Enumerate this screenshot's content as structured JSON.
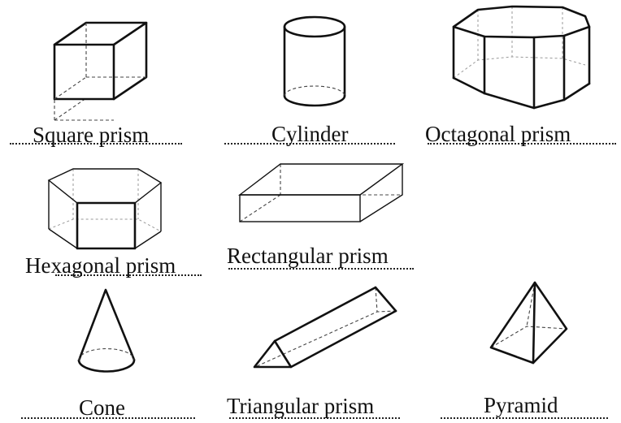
{
  "shapes": [
    {
      "name": "Square prism"
    },
    {
      "name": "Cylinder"
    },
    {
      "name": "Octagonal prism"
    },
    {
      "name": "Hexagonal prism"
    },
    {
      "name": "Rectangular prism"
    },
    {
      "name": "Cone"
    },
    {
      "name": "Triangular prism"
    },
    {
      "name": "Pyramid"
    }
  ]
}
